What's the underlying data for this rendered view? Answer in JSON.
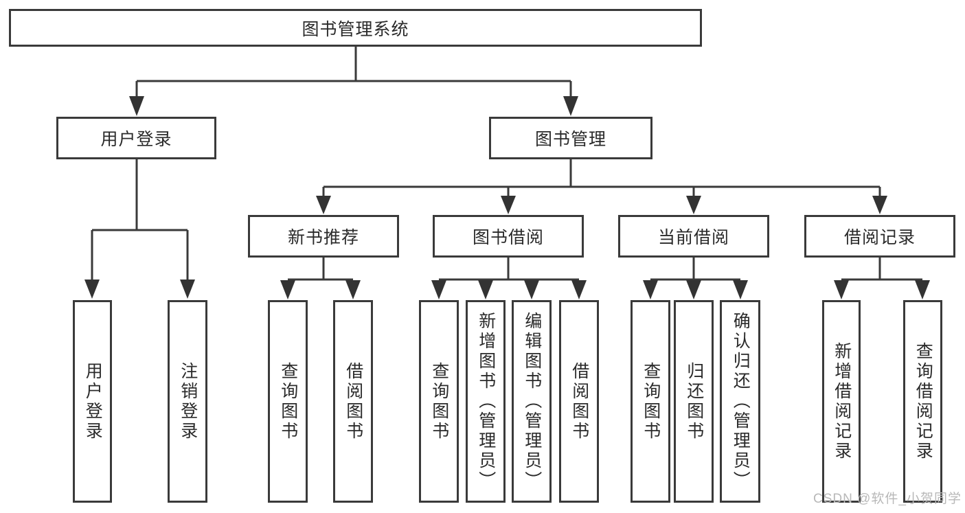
{
  "tree": {
    "root": {
      "label": "图书管理系统",
      "children": [
        {
          "label": "用户登录",
          "children": [
            {
              "label": "用户登录"
            },
            {
              "label": "注销登录"
            }
          ]
        },
        {
          "label": "图书管理",
          "children": [
            {
              "label": "新书推荐",
              "children": [
                {
                  "label": "查询图书"
                },
                {
                  "label": "借阅图书"
                }
              ]
            },
            {
              "label": "图书借阅",
              "children": [
                {
                  "label": "查询图书"
                },
                {
                  "label": "新增图书（管理员）"
                },
                {
                  "label": "编辑图书（管理员）"
                },
                {
                  "label": "借阅图书"
                }
              ]
            },
            {
              "label": "当前借阅",
              "children": [
                {
                  "label": "查询图书"
                },
                {
                  "label": "归还图书"
                },
                {
                  "label": "确认归还（管理员）"
                }
              ]
            },
            {
              "label": "借阅记录",
              "children": [
                {
                  "label": "新增借阅记录"
                },
                {
                  "label": "查询借阅记录"
                }
              ]
            }
          ]
        }
      ]
    }
  },
  "watermark": {
    "text": "CSDN @软件_小贺同学",
    "color": "#b8b8b8"
  },
  "colors": {
    "line": "#3a3a3a",
    "box_background": "#ffffff",
    "label_text": "#2a2a2a"
  }
}
